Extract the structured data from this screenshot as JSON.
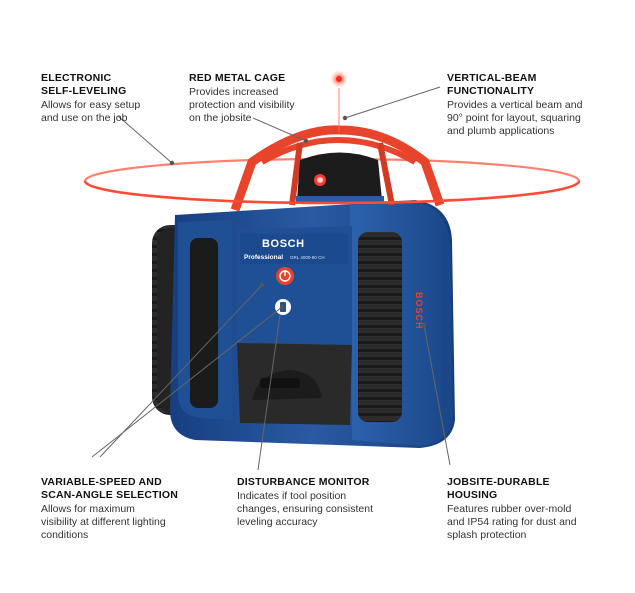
{
  "callouts": {
    "electronic_self_leveling": {
      "title": "ELECTRONIC\nSELF-LEVELING",
      "description": "Allows for easy setup\nand use on the job"
    },
    "red_metal_cage": {
      "title": "RED METAL CAGE",
      "description": "Provides increased\nprotection and visibility\non the jobsite"
    },
    "vertical_beam": {
      "title": "VERTICAL-BEAM\nFUNCTIONALITY",
      "description": "Provides a vertical beam and\n90° point for layout, squaring\nand plumb applications"
    },
    "variable_speed": {
      "title": "VARIABLE-SPEED AND\nSCAN-ANGLE SELECTION",
      "description": "Allows for maximum\nvisibility at different lighting\nconditions"
    },
    "disturbance_monitor": {
      "title": "DISTURBANCE MONITOR",
      "description": "Indicates if tool position\nchanges, ensuring consistent\nleveling accuracy"
    },
    "jobsite_durable": {
      "title": "JOBSITE-DURABLE\nHOUSING",
      "description": "Features rubber over-mold\nand IP54 rating for dust and\nsplash protection"
    }
  },
  "product": {
    "brand": "BOSCH",
    "line": "Professional",
    "model": "GRL 4000-80 CH",
    "side_brand": "BOSCH"
  },
  "colors": {
    "body_blue": "#1f4f95",
    "cage_red": "#e8432b",
    "laser_red": "#ff3b30",
    "rubber_dark": "#2a2a2a"
  }
}
